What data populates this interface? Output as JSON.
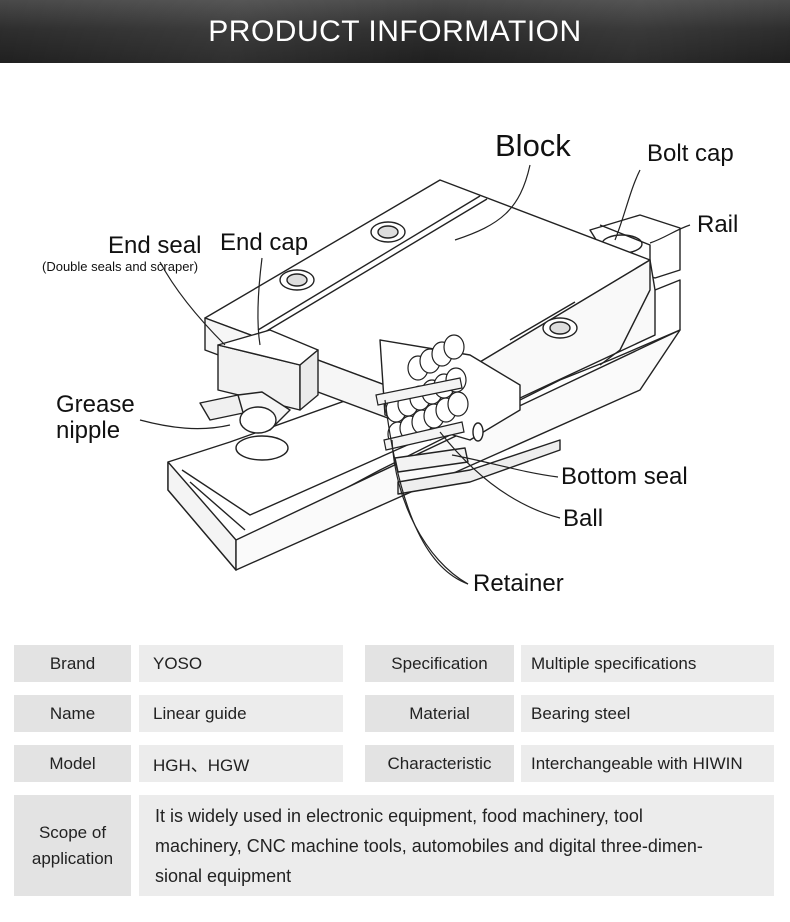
{
  "header": {
    "title": "PRODUCT INFORMATION"
  },
  "diagram": {
    "labels": {
      "block": "Block",
      "bolt_cap": "Bolt cap",
      "rail": "Rail",
      "end_seal": "End seal",
      "end_seal_note": "(Double seals and scraper)",
      "end_cap": "End cap",
      "grease": "Grease",
      "nipple": "nipple",
      "bottom_seal": "Bottom seal",
      "ball": "Ball",
      "retainer": "Retainer"
    }
  },
  "specs": {
    "brand_label": "Brand",
    "brand_value": "YOSO",
    "specification_label": "Specification",
    "specification_value": "Multiple specifications",
    "name_label": "Name",
    "name_value": "Linear guide",
    "material_label": "Material",
    "material_value": "Bearing steel",
    "model_label": "Model",
    "model_value": "HGH、HGW",
    "characteristic_label": "Characteristic",
    "characteristic_value": "Interchangeable with HIWIN",
    "scope_label_line1": "Scope of",
    "scope_label_line2": "application",
    "scope_line1": "It is widely used in electronic equipment, food machinery, tool",
    "scope_line2": "machinery, CNC machine tools, automobiles and digital three-dimen-",
    "scope_line3": "sional equipment"
  }
}
